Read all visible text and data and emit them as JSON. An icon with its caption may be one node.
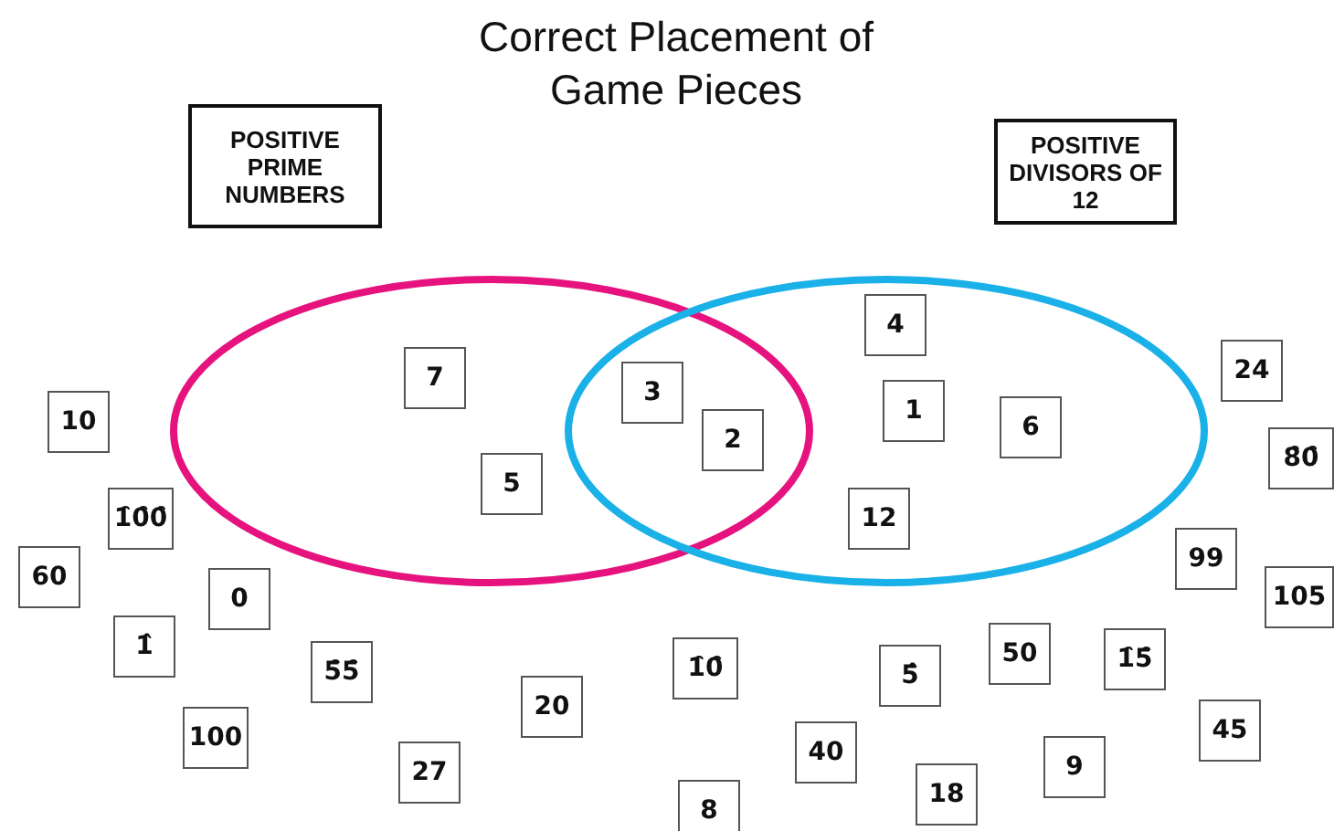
{
  "diagram": {
    "title": "Correct Placement of Game Pieces",
    "nodes": [
      {
        "text": [
          "POSITIVE PRIME NUMBERS"
        ]
      },
      {
        "text": [
          "POSITIVE DIVISORS OF 12"
        ]
      },
      {
        "text": [],
        "shape": "circle"
      },
      {
        "text": [],
        "shape": "circle"
      },
      {
        "text": [
          "4"
        ],
        "in": 3
      },
      {
        "text": [
          "7"
        ],
        "in": 2
      },
      {
        "text": [
          "24"
        ]
      },
      {
        "text": [
          "3"
        ]
      },
      {
        "text": [
          "1"
        ],
        "in": 3
      },
      {
        "text": [
          "10"
        ]
      },
      {
        "text": [
          "6"
        ],
        "in": 3
      },
      {
        "text": [
          "2"
        ]
      },
      {
        "text": [
          "8̑0̑"
        ]
      },
      {
        "text": [
          "5"
        ],
        "in": 2
      },
      {
        "text": [
          "1̑0̑0̑"
        ]
      },
      {
        "text": [
          "12"
        ],
        "in": 3
      },
      {
        "text": [
          "99"
        ]
      },
      {
        "text": [
          "60"
        ]
      },
      {
        "text": [
          "0"
        ]
      },
      {
        "text": [
          "105"
        ]
      },
      {
        "text": [
          "1̂"
        ]
      },
      {
        "text": [
          "50"
        ]
      },
      {
        "text": [
          "1̑0̑"
        ]
      },
      {
        "text": [
          "5̑5̑"
        ]
      },
      {
        "text": [
          "1̑5̑"
        ]
      },
      {
        "text": [
          "5̂"
        ]
      },
      {
        "text": [
          "20"
        ]
      },
      {
        "text": [
          "45"
        ]
      },
      {
        "text": [
          "100"
        ]
      },
      {
        "text": [
          "40"
        ]
      },
      {
        "text": [
          "27"
        ]
      },
      {
        "text": [
          "9"
        ]
      },
      {
        "text": [
          "18"
        ]
      },
      {
        "text": [
          "8"
        ]
      }
    ],
    "edges": []
  }
}
